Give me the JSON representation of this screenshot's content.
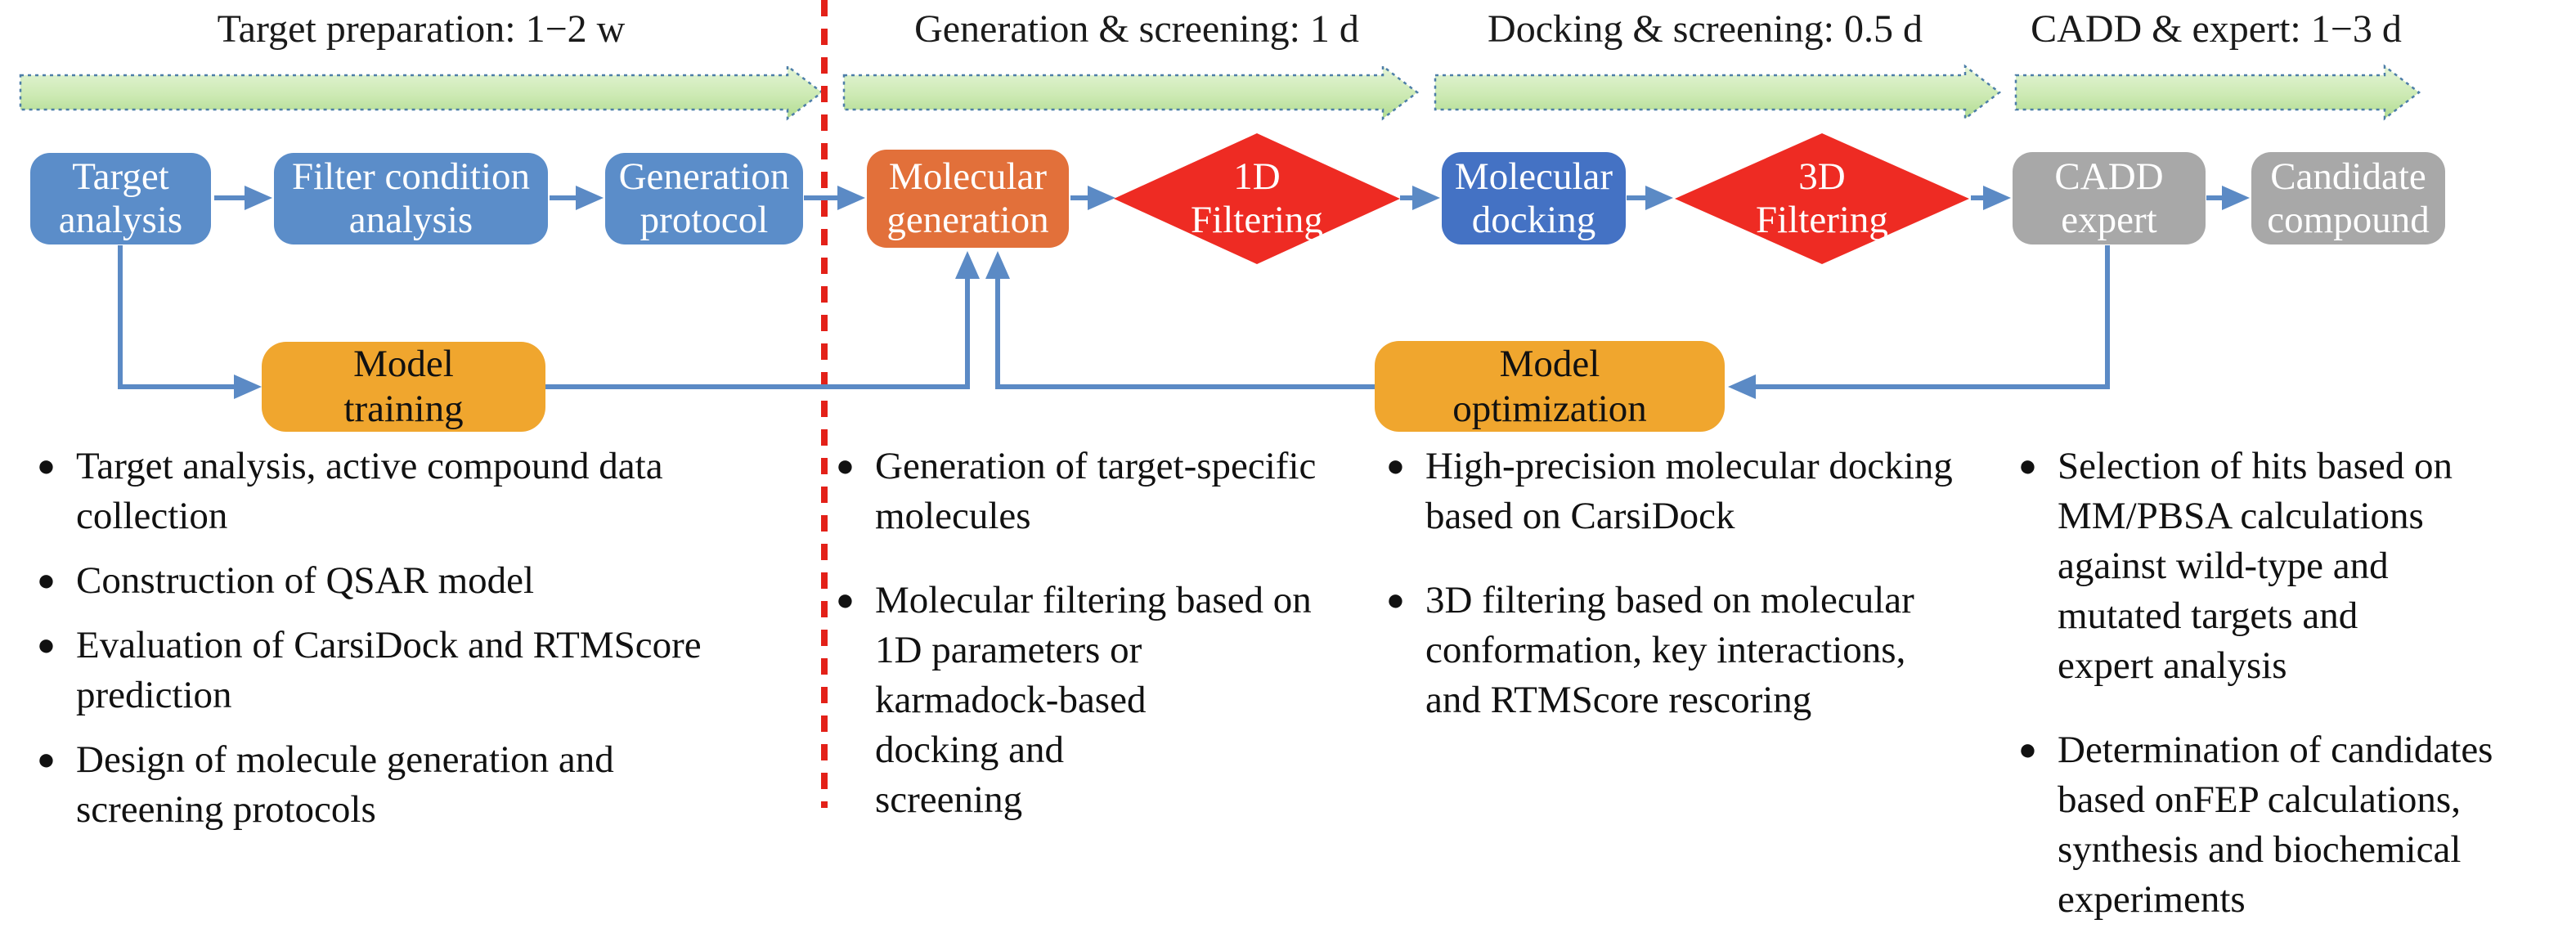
{
  "headers": [
    "Target preparation: 1−2 w",
    "Generation & screening: 1 d",
    "Docking & screening: 0.5 d",
    "CADD & expert: 1−3 d"
  ],
  "nodes": {
    "target_analysis": "Target\nanalysis",
    "filter_condition_analysis": "Filter condition\nanalysis",
    "generation_protocol": "Generation\nprotocol",
    "molecular_generation": "Molecular\ngeneration",
    "filtering_1d": "1D\nFiltering",
    "molecular_docking": "Molecular\ndocking",
    "filtering_3d": "3D\nFiltering",
    "cadd_expert": "CADD\nexpert",
    "candidate_compound": "Candidate\ncompound",
    "model_training": "Model\ntraining",
    "model_optimization": "Model\noptimization"
  },
  "bullets": {
    "columns": [
      {
        "items": [
          "Target analysis, active compound data\ncollection",
          "Construction of QSAR model",
          "Evaluation of CarsiDock and RTMScore\nprediction",
          "Design of molecule generation and\nscreening protocols"
        ]
      },
      {
        "items": [
          "Generation of target-specific\nmolecules",
          "Molecular filtering based on\n1D parameters or\nkarmadock-based\ndocking and\nscreening"
        ]
      },
      {
        "items": [
          "High-precision molecular docking\nbased on CarsiDock",
          "3D filtering based on molecular\nconformation, key interactions,\nand RTMScore rescoring"
        ]
      },
      {
        "items": [
          "Selection of hits based on\nMM/PBSA calculations\nagainst wild-type and\nmutated targets and\nexpert analysis",
          "Determination of candidates\nbased onFEP calculations,\nsynthesis and biochemical\nexperiments"
        ]
      }
    ]
  },
  "colors": {
    "process_blue": "#5b8dc9",
    "docking_blue": "#4472c4",
    "generation_orange": "#e2703a",
    "model_amber": "#f0a62e",
    "filter_red": "#ee2b23",
    "expert_gray": "#a8a8a8",
    "connector_blue": "#5b8ac5",
    "timeline_green_light": "#ddf0cc",
    "timeline_green_dark": "#b2dc92",
    "timeline_border_blue": "#4d7ea8",
    "divider_red": "#e32119"
  },
  "ui": {
    "bullet_glyph": "●"
  }
}
